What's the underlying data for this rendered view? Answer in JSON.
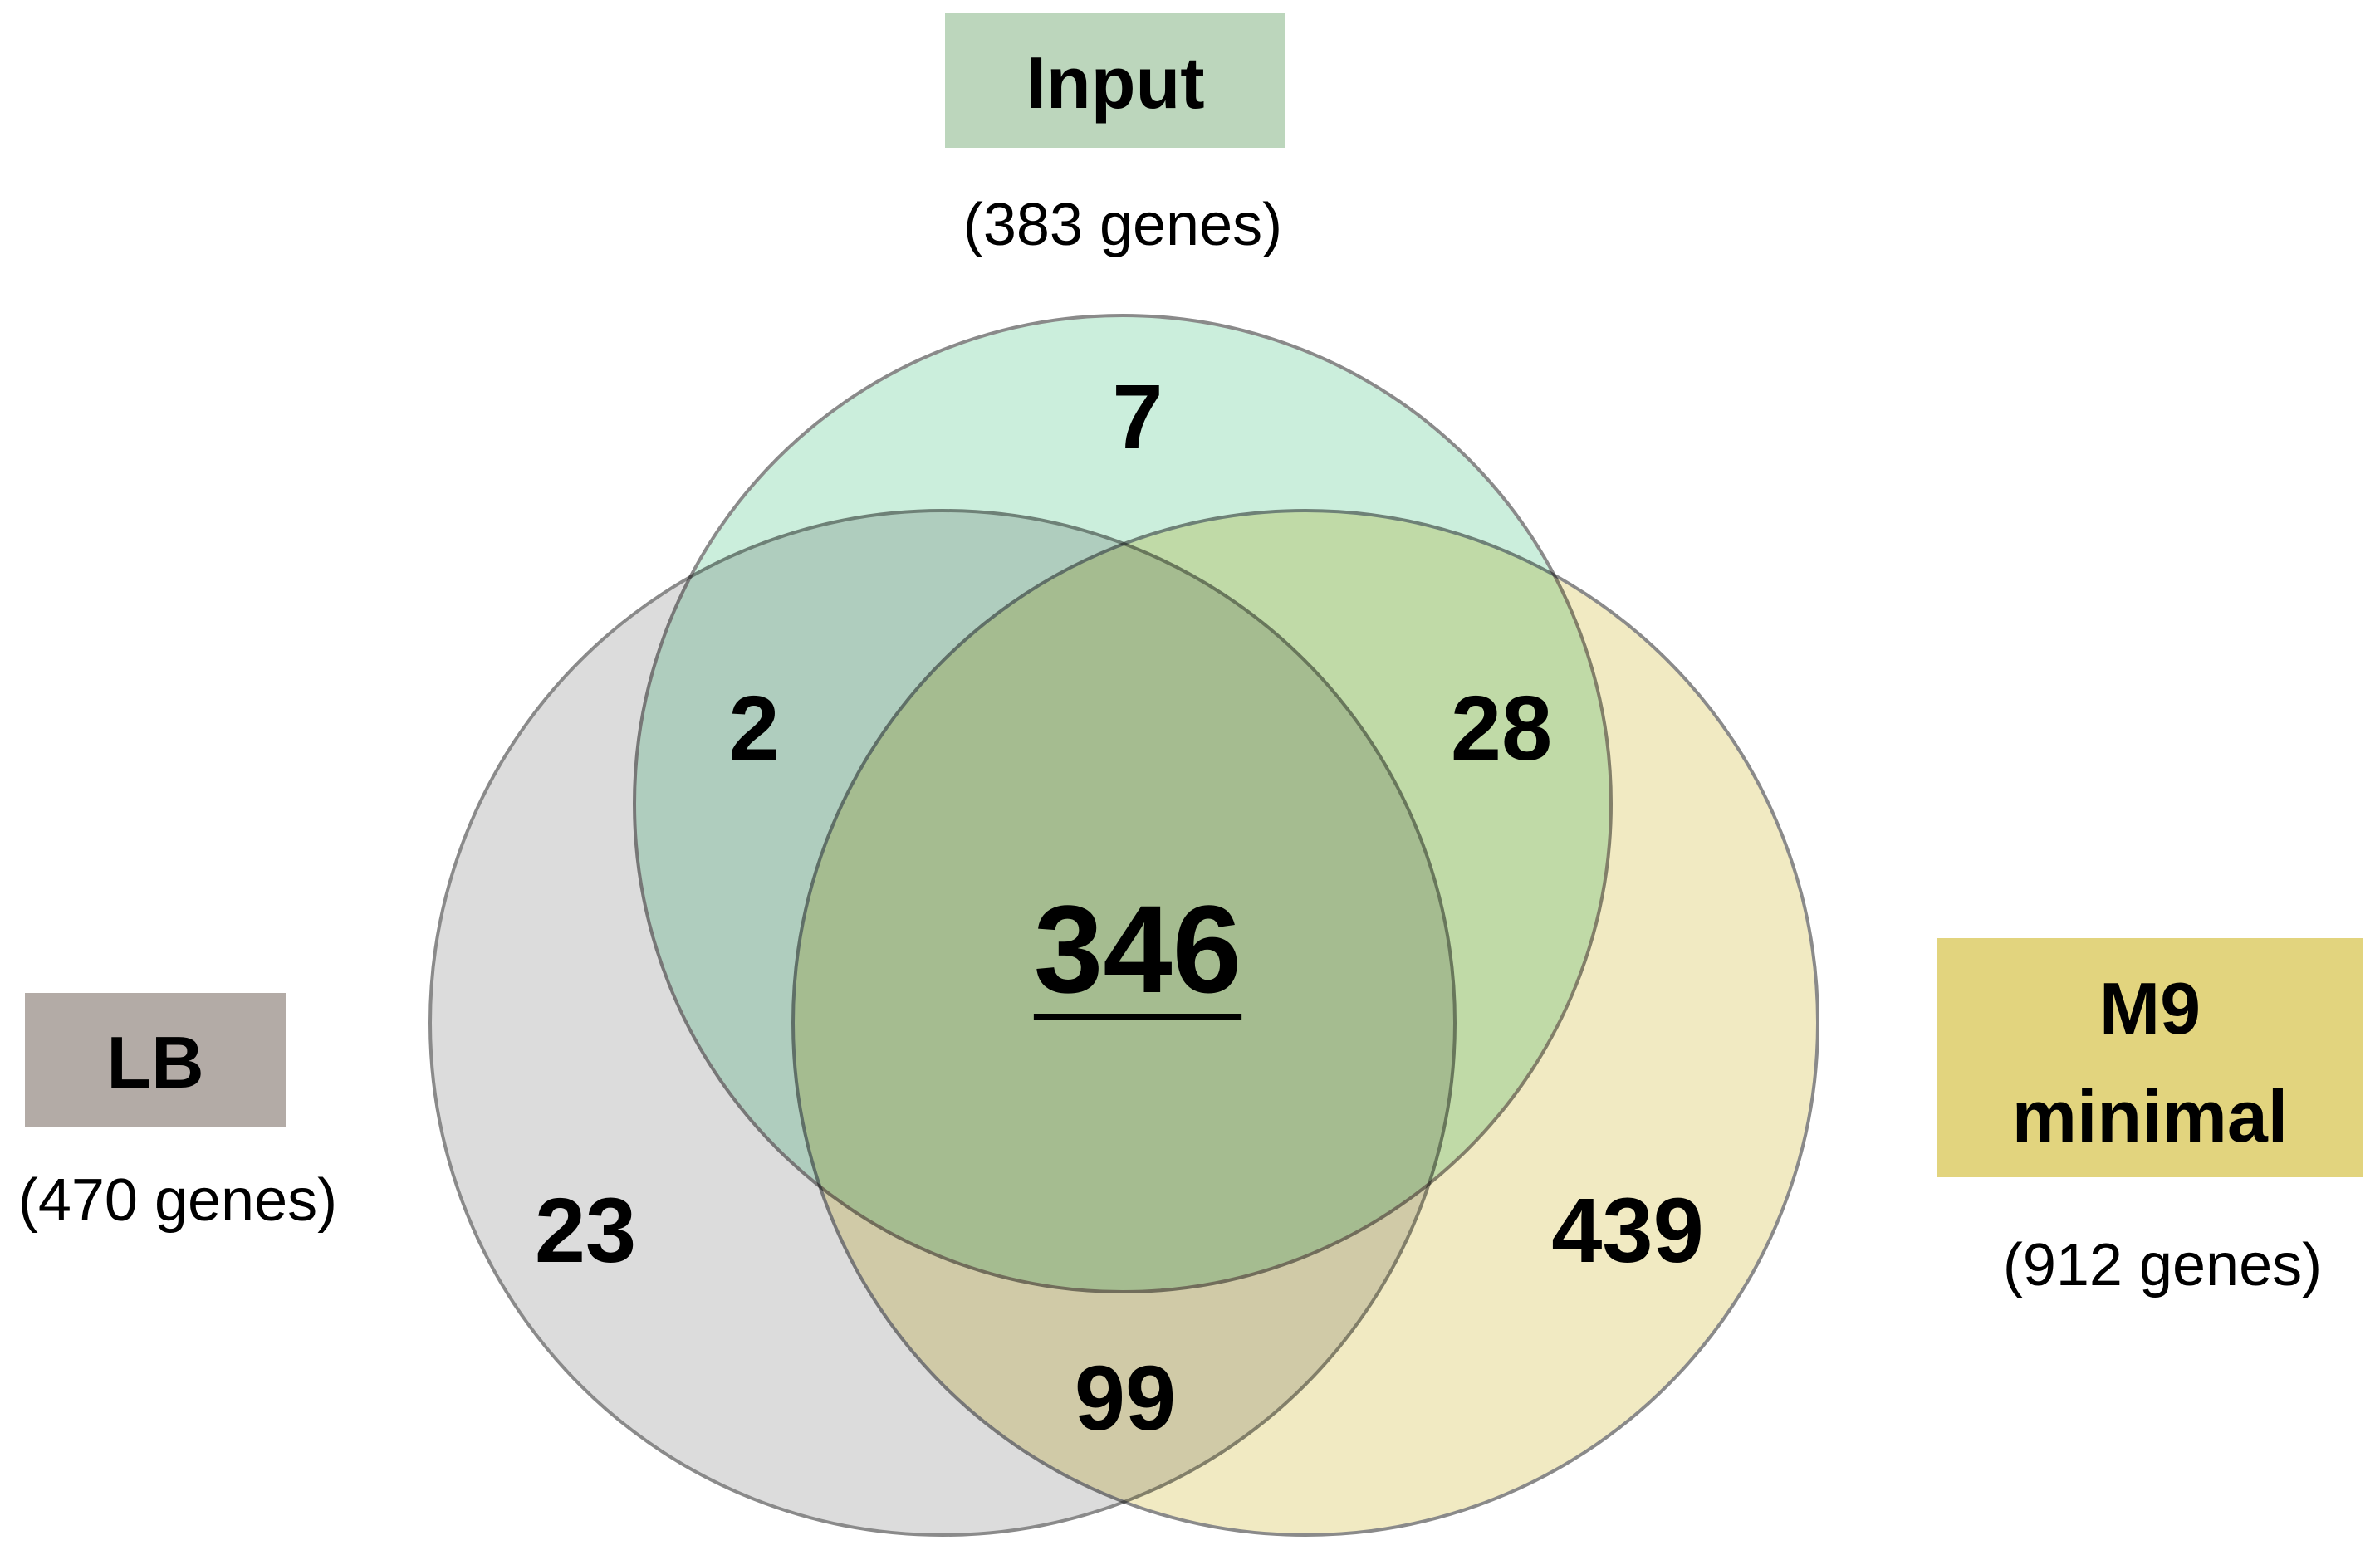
{
  "sets": [
    {
      "id": "input",
      "name": "Input",
      "lines": [
        "Input"
      ],
      "total": "(383 genes)",
      "circle_color": "#a8e3c4",
      "box_color": "#bcd6bc"
    },
    {
      "id": "lb",
      "name": "LB",
      "lines": [
        "LB"
      ],
      "total": "(470 genes)",
      "circle_color": "#c4c4c4",
      "box_color": "#b3aba6"
    },
    {
      "id": "m9",
      "name": "M9 minimal",
      "lines": [
        "M9",
        "minimal"
      ],
      "total": "(912 genes)",
      "circle_color": "#e8dc9a",
      "box_color": "#e2d47e"
    }
  ],
  "regions": [
    {
      "id": "input-only",
      "sets": [
        "Input"
      ],
      "value": "7"
    },
    {
      "id": "input-lb",
      "sets": [
        "Input",
        "LB"
      ],
      "value": "2"
    },
    {
      "id": "input-m9",
      "sets": [
        "Input",
        "M9 minimal"
      ],
      "value": "28"
    },
    {
      "id": "all",
      "sets": [
        "Input",
        "LB",
        "M9 minimal"
      ],
      "value": "346"
    },
    {
      "id": "lb-only",
      "sets": [
        "LB"
      ],
      "value": "23"
    },
    {
      "id": "m9-only",
      "sets": [
        "M9 minimal"
      ],
      "value": "439"
    },
    {
      "id": "lb-m9",
      "sets": [
        "LB",
        "M9 minimal"
      ],
      "value": "99"
    }
  ]
}
